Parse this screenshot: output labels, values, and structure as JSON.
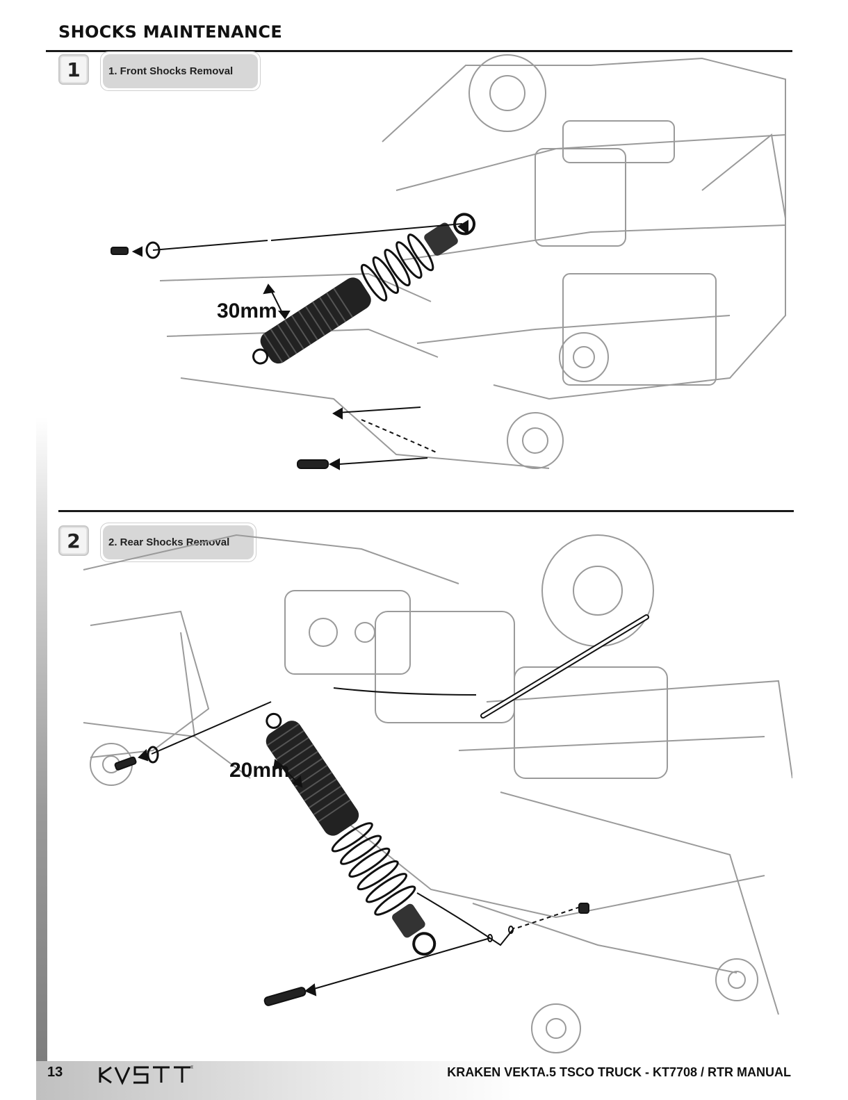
{
  "page": {
    "title": "SHOCKS MAINTENANCE"
  },
  "steps": [
    {
      "number": "1",
      "label": "1. Front Shocks Removal",
      "dimension_label": "30mm"
    },
    {
      "number": "2",
      "label": "2. Rear Shocks Removal",
      "dimension_label": "20mm"
    }
  ],
  "footer": {
    "page_number": "13",
    "logo_text": "KV5TT",
    "manual_title": "KRAKEN VEKTA.5 TSCO TRUCK - KT7708 / RTR MANUAL"
  }
}
